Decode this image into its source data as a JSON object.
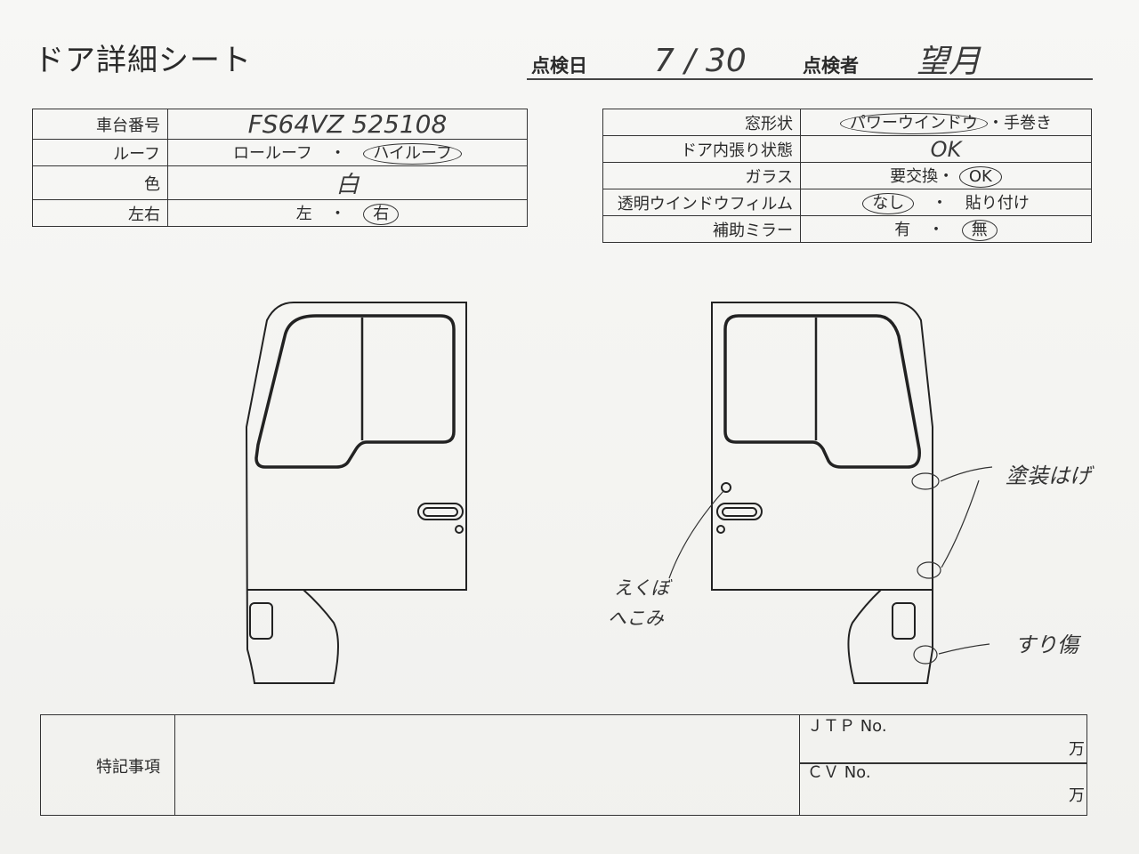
{
  "title": "ドア詳細シート",
  "header": {
    "date_label": "点検日",
    "date_value": "7 / 30",
    "inspector_label": "点検者",
    "inspector_value": "望月"
  },
  "left_table": {
    "rows": [
      {
        "label": "車台番号",
        "value": "FS64VZ 525108"
      },
      {
        "label": "ルーフ",
        "option1": "ロールーフ",
        "sep": "・",
        "option2": "ハイルーフ"
      },
      {
        "label": "色",
        "value": "白"
      },
      {
        "label": "左右",
        "option1": "左",
        "sep": "・",
        "option2": "右"
      }
    ]
  },
  "right_table": {
    "rows": [
      {
        "label": "窓形状",
        "option1": "パワーウインドウ",
        "sep": "・",
        "option2": "手巻き"
      },
      {
        "label": "ドア内張り状態",
        "value": "OK"
      },
      {
        "label": "ガラス",
        "option1": "要交換",
        "sep": "・",
        "option2": "OK"
      },
      {
        "label": "透明ウインドウフィルム",
        "option1": "なし",
        "sep": "・",
        "option2": "貼り付け"
      },
      {
        "label": "補助ミラー",
        "option1": "有",
        "sep": "・",
        "option2": "無"
      }
    ]
  },
  "annotations": {
    "paint_peel": "塗装はげ",
    "dent_line1": "えくぼ",
    "dent_line2": "へこみ",
    "scratch": "すり傷"
  },
  "footer": {
    "notes_label": "特記事項",
    "jtp_label": "ＪＴＰ No.",
    "cv_label": "ＣＶ No.",
    "unit1": "万",
    "unit2": "万"
  }
}
